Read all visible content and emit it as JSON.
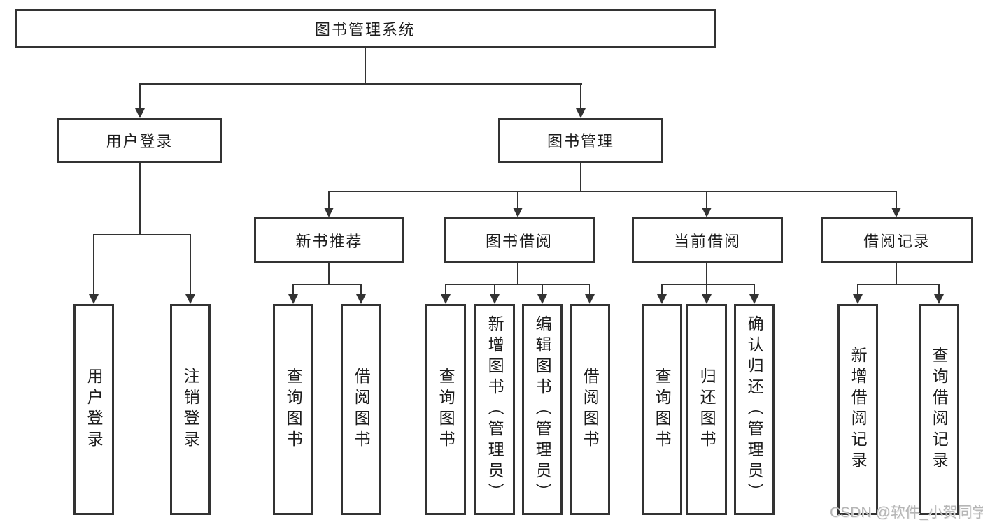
{
  "tree": {
    "label": "图书管理系统",
    "children": [
      {
        "label": "用户登录",
        "children": [
          {
            "label": "用户登录"
          },
          {
            "label": "注销登录"
          }
        ]
      },
      {
        "label": "图书管理",
        "children": [
          {
            "label": "新书推荐",
            "children": [
              {
                "label": "查询图书"
              },
              {
                "label": "借阅图书"
              }
            ]
          },
          {
            "label": "图书借阅",
            "children": [
              {
                "label": "查询图书"
              },
              {
                "label": "新增图书（管理员）"
              },
              {
                "label": "编辑图书（管理员）"
              },
              {
                "label": "借阅图书"
              }
            ]
          },
          {
            "label": "当前借阅",
            "children": [
              {
                "label": "查询图书"
              },
              {
                "label": "归还图书"
              },
              {
                "label": "确认归还（管理员）"
              }
            ]
          },
          {
            "label": "借阅记录",
            "children": [
              {
                "label": "新增借阅记录"
              },
              {
                "label": "查询借阅记录"
              }
            ]
          }
        ]
      }
    ]
  },
  "watermark": "CSDN @软件_小贺同学",
  "colors": {
    "line": "#333333",
    "box_border": "#333333",
    "text": "#1c1c1c",
    "watermark": "#b5b5b5",
    "background": "#ffffff"
  }
}
